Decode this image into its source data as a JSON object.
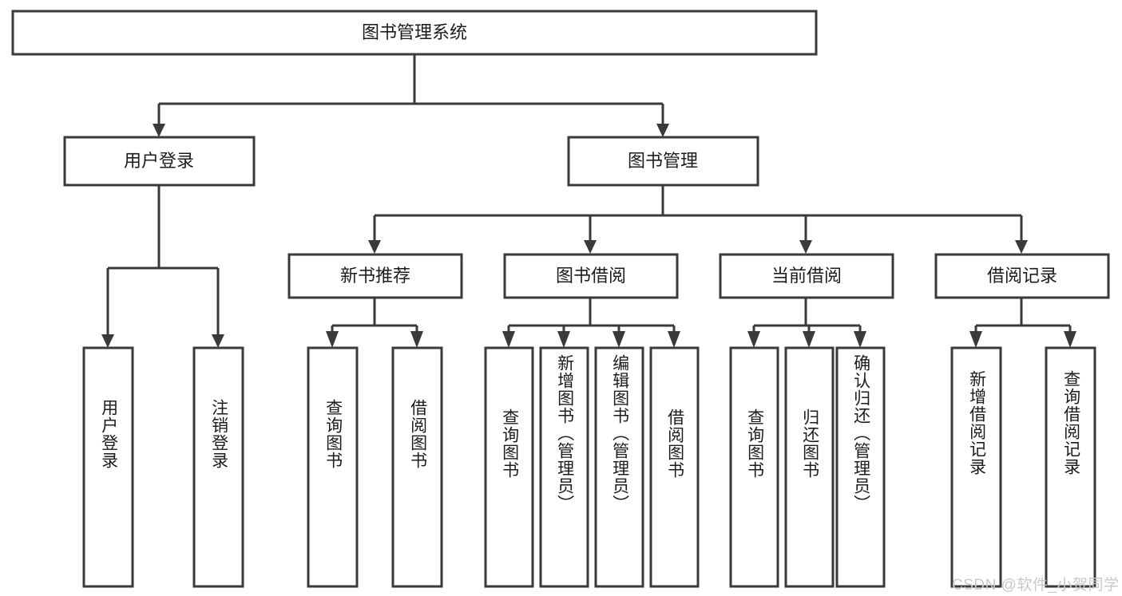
{
  "diagram": {
    "type": "hierarchy-tree",
    "title": "图书管理系统",
    "orientation": "top-down",
    "colors": {
      "background": "#ffffff",
      "node_fill": "#ffffff",
      "node_stroke": "#3a3a3a",
      "text": "#1c1c1c",
      "watermark": "#c9c9c9"
    },
    "root": {
      "label": "图书管理系统"
    },
    "level2": [
      {
        "label": "用户登录"
      },
      {
        "label": "图书管理"
      }
    ],
    "level3": [
      {
        "label": "新书推荐"
      },
      {
        "label": "图书借阅"
      },
      {
        "label": "当前借阅"
      },
      {
        "label": "借阅记录"
      }
    ],
    "leaves": {
      "user_login": [
        {
          "label": "用户登录"
        },
        {
          "label": "注销登录"
        }
      ],
      "new_book_recommend": [
        {
          "label": "查询图书"
        },
        {
          "label": "借阅图书"
        }
      ],
      "book_borrow": [
        {
          "label": "查询图书"
        },
        {
          "label": "新增图书（管理员）"
        },
        {
          "label": "编辑图书（管理员）"
        },
        {
          "label": "借阅图书"
        }
      ],
      "current_borrow": [
        {
          "label": "查询图书"
        },
        {
          "label": "归还图书"
        },
        {
          "label": "确认归还（管理员）"
        }
      ],
      "borrow_record": [
        {
          "label": "新增借阅记录"
        },
        {
          "label": "查询借阅记录"
        }
      ]
    },
    "watermark": {
      "text": "CSDN @软件_小贺同学"
    }
  }
}
